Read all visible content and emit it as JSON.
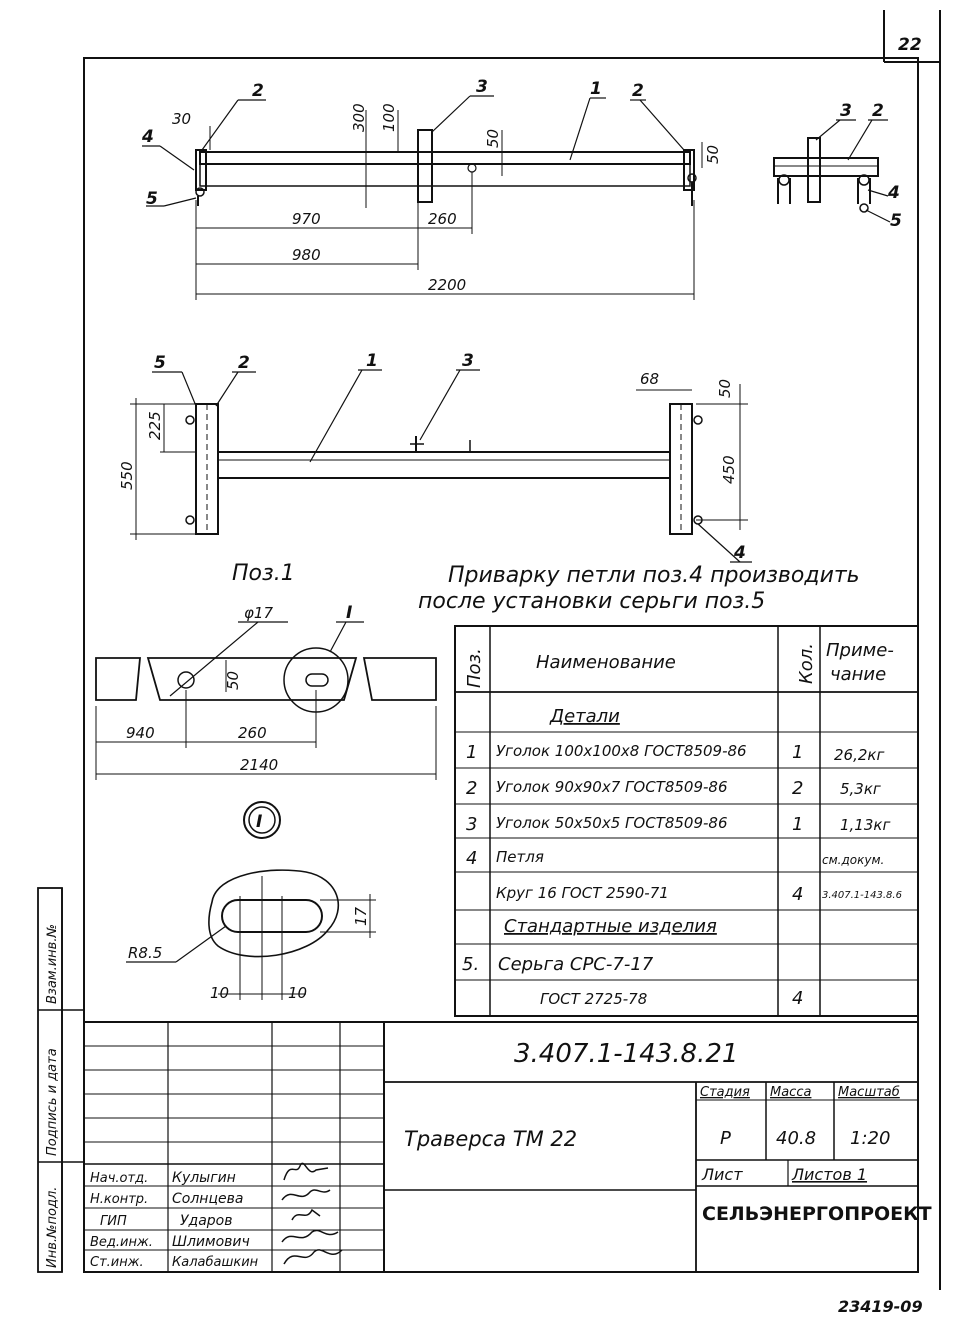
{
  "sheet_number": "22",
  "archive_number": "23419-09",
  "top_view": {
    "callouts": [
      "1",
      "2",
      "2",
      "3",
      "4",
      "5"
    ],
    "dims": [
      "30",
      "300",
      "100",
      "50",
      "50",
      "970",
      "260",
      "980",
      "2200"
    ]
  },
  "side_view": {
    "callouts": [
      "2",
      "3",
      "4",
      "5"
    ]
  },
  "plan_view": {
    "callouts": [
      "1",
      "2",
      "3",
      "4",
      "5"
    ],
    "dims": [
      "225",
      "550",
      "68",
      "50",
      "450"
    ]
  },
  "pos1_label": "Поз.1",
  "note_line1": "Приварку петли поз.4 производить",
  "note_line2": "после установки серьги поз.5",
  "detail_part": {
    "dims": [
      "φ17",
      "50",
      "940",
      "260",
      "2140"
    ],
    "callout": "I"
  },
  "detail_I": {
    "mark": "I",
    "dims": [
      "R8.5",
      "17",
      "10",
      "10"
    ]
  },
  "spec_table": {
    "headers": {
      "pos": "Поз.",
      "name": "Наименование",
      "qty": "Кол.",
      "note": "Приме-\nчание"
    },
    "note_header_l1": "Приме-",
    "note_header_l2": "чание",
    "section_details": "Детали",
    "rows": [
      {
        "pos": "1",
        "name": "Уголок 100х100х8 ГОСТ8509-86",
        "qty": "1",
        "note": "26,2кг"
      },
      {
        "pos": "2",
        "name": "Уголок 90х90х7 ГОСТ8509-86",
        "qty": "2",
        "note": "5,3кг"
      },
      {
        "pos": "3",
        "name": "Уголок 50х50х5 ГОСТ8509-86",
        "qty": "1",
        "note": "1,13кг"
      },
      {
        "pos": "4",
        "name": "Петля",
        "qty": "",
        "note": "см.докум."
      },
      {
        "pos": "",
        "name": "Круг 16 ГОСТ 2590-71",
        "qty": "4",
        "note": "3.407.1-143.8.6"
      }
    ],
    "section_standard": "Стандартные изделия",
    "row5": {
      "pos": "5.",
      "name": "Серьга СРС-7-17",
      "qty": "",
      "note": ""
    },
    "row5b": {
      "pos": "",
      "name": "ГОСТ 2725-78",
      "qty": "4",
      "note": ""
    }
  },
  "title_block": {
    "doc_code": "3.407.1-143.8.21",
    "title": "Траверса ТМ 22",
    "stage_label": "Стадия",
    "mass_label": "Масса",
    "scale_label": "Масштаб",
    "stage": "Р",
    "mass": "40.8",
    "scale": "1:20",
    "sheet_label": "Лист",
    "sheets_label": "Листов 1",
    "org": "СЕЛЬЭНЕРГОПРОЕКТ",
    "people": [
      {
        "role": "Нач.отд.",
        "name": "Кулыгин"
      },
      {
        "role": "Н.контр.",
        "name": "Солнцева"
      },
      {
        "role": "ГИП",
        "name": "Ударов"
      },
      {
        "role": "Вед.инж.",
        "name": "Шлимович"
      },
      {
        "role": "Ст.инж.",
        "name": "Калабашкин"
      }
    ]
  },
  "side_stamp": {
    "inv_orig": "Инв.№подл.",
    "sign_date": "Подпись и дата",
    "replace_inv": "Взам.инв.№"
  }
}
